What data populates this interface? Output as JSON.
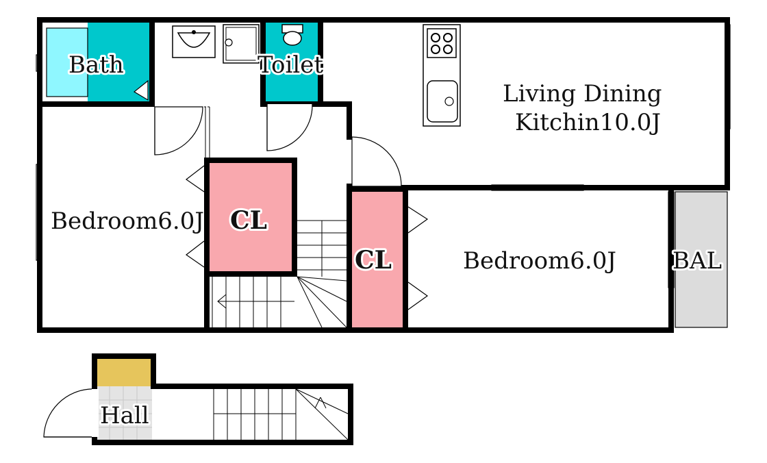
{
  "floorplan": {
    "rooms": {
      "bath": "Bath",
      "toilet": "Toilet",
      "ldk_line1": "Living Dining",
      "ldk_line2": "Kitchin10.0J",
      "bedroom_left": "Bedroom6.0J",
      "bedroom_right": "Bedroom6.0J",
      "closet_left": "CL",
      "closet_right": "CL",
      "balcony": "BAL",
      "hall": "Hall"
    },
    "colors": {
      "bath_fill": "#00c8cc",
      "bathtub_fill": "#8ff7ff",
      "toilet_fill": "#00c8cc",
      "closet_fill": "#f9a8ae",
      "balcony_fill": "#dcdcdc",
      "storage_fill": "#e6c55c",
      "hall_floor_fill": "#e4e4e4"
    }
  }
}
